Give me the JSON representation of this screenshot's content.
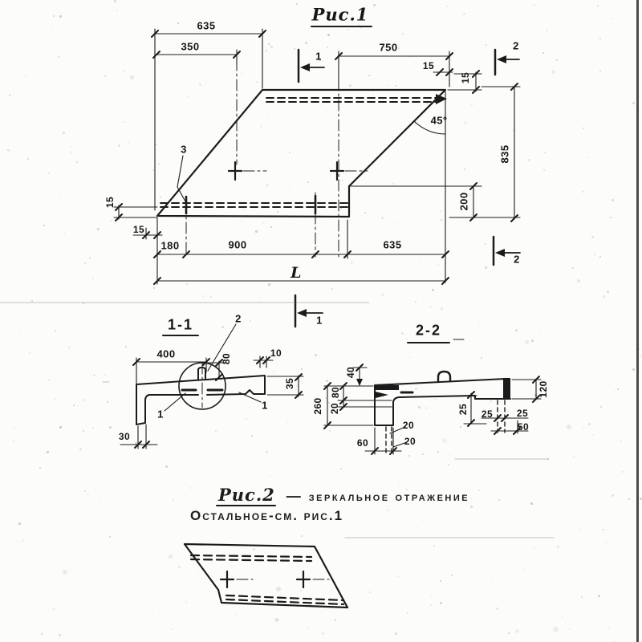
{
  "colors": {
    "ink": "#1b1b1b",
    "paper": "#fcfcfa"
  },
  "fig1": {
    "title": "Рис.1",
    "d635_top": "635",
    "d350": "350",
    "d750": "750",
    "d15_tr_h": "15",
    "d15_tr_v": "15",
    "angle45": "45°",
    "d835": "835",
    "d200": "200",
    "d15_bl_v": "15",
    "d15_bl_h": "15",
    "d180": "180",
    "d900": "900",
    "d635_bottom": "635",
    "length_label": "L",
    "callout3": "3",
    "cut1": "1",
    "cut2": "2"
  },
  "sec11": {
    "title": "1-1",
    "d400": "400",
    "d80": "80",
    "d10": "10",
    "d35": "35",
    "d30": "30",
    "callout1": "1",
    "callout2": "2"
  },
  "sec22": {
    "title": "2-2",
    "d40": "40",
    "d80": "80",
    "d20": "20",
    "d260": "260",
    "d60": "60",
    "d20_strand1": "20",
    "d20_strand2": "20",
    "d25_mid": "25",
    "d25_left": "25",
    "d25_right": "25",
    "d50": "50",
    "d120": "120"
  },
  "fig2": {
    "caption_title": "Рис.2",
    "caption_dash": "—",
    "caption_text": "зеркальное отражение",
    "caption_line2": "Остальное-см. рис.1"
  }
}
